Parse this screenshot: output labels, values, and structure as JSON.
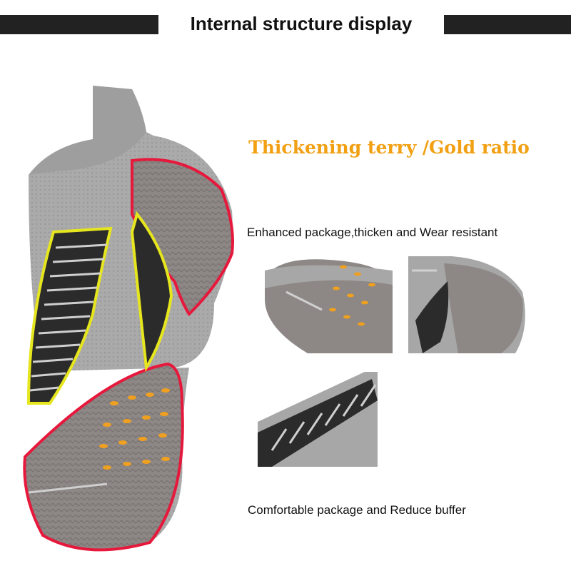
{
  "header": {
    "title": "Internal structure display"
  },
  "subtitle": "Thickening terry /Gold ratio",
  "captions": {
    "top": "Enhanced package,thicken and Wear resistant",
    "bottom": "Comfortable package and Reduce buffer"
  },
  "colors": {
    "header_bar": "#222222",
    "subtitle": "#f2a013",
    "highlight_red": "#e6183c",
    "highlight_yellow": "#e6e61e",
    "sock_gray": "#a7a7a7",
    "terry_gray": "#8d8785",
    "stripe_dark": "#2b2b2b",
    "dot_orange": "#f0a020"
  }
}
